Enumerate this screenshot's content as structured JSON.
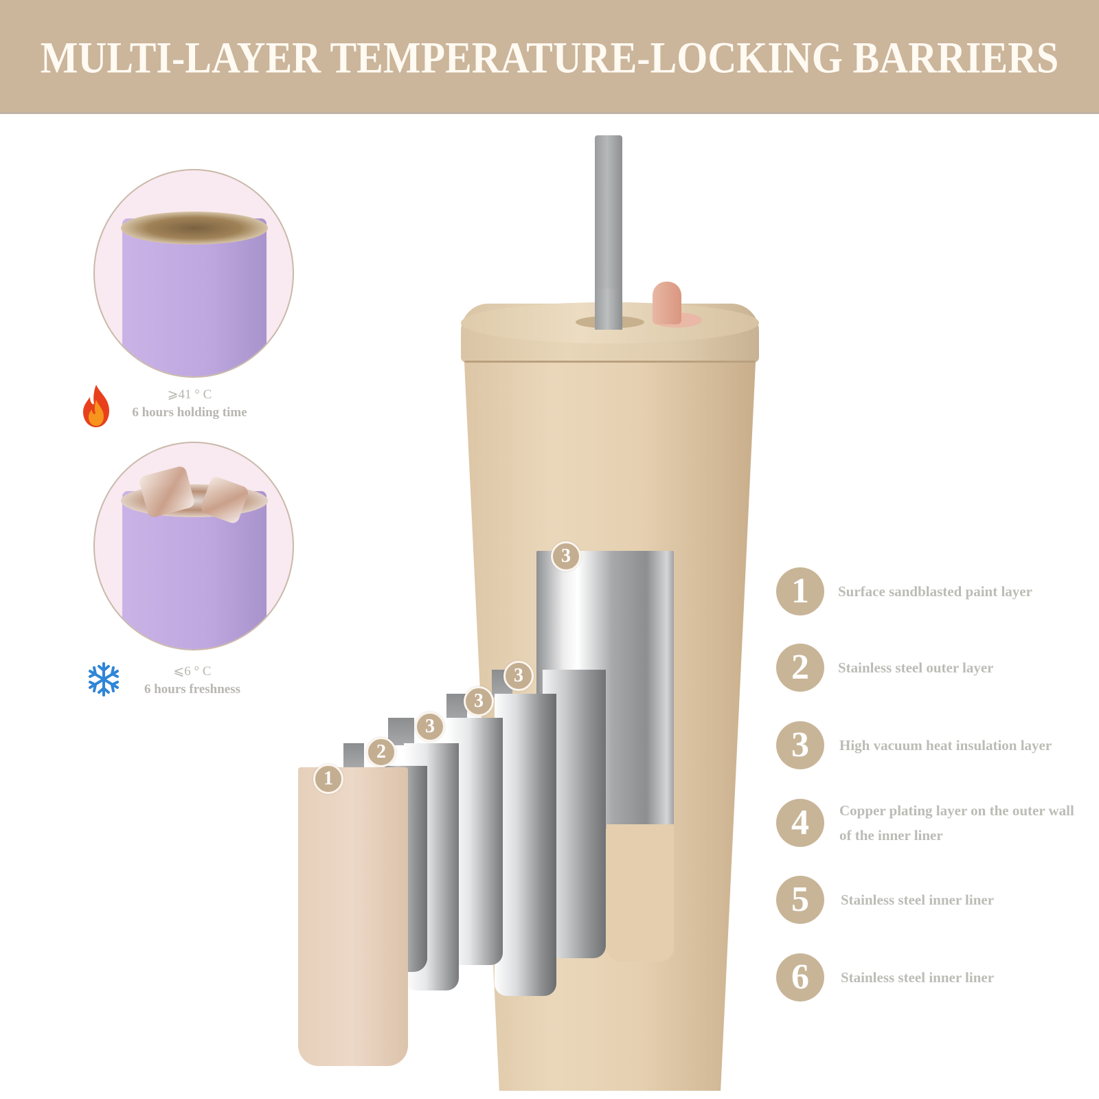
{
  "header": {
    "title": "MULTI-LAYER TEMPERATURE-LOCKING BARRIERS"
  },
  "hot_panel": {
    "image_alt": "purple cup with hot coffee",
    "icon": "fire-icon",
    "temperature": "⩾41 ° C",
    "duration": "6 hours holding time"
  },
  "cold_panel": {
    "image_alt": "purple cup with ice cubes",
    "icon": "snowflake-icon",
    "temperature": "⩽6 ° C",
    "duration": "6 hours freshness"
  },
  "diagram": {
    "badges": [
      "1",
      "2",
      "3",
      "3",
      "3",
      "3"
    ]
  },
  "legend": {
    "items": [
      {
        "number": "1",
        "label": "Surface sandblasted paint layer"
      },
      {
        "number": "2",
        "label": "Stainless steel outer layer"
      },
      {
        "number": "3",
        "label": "High vacuum heat insulation layer"
      },
      {
        "number": "4",
        "label": "Copper plating layer on the outer wall of the inner liner"
      },
      {
        "number": "5",
        "label": "Stainless steel inner liner"
      },
      {
        "number": "6",
        "label": "Stainless steel inner liner"
      }
    ]
  },
  "colors": {
    "banner": "#cbb59b",
    "banner_text": "#fffaf2",
    "badge": "#c8b597",
    "legend_text": "#bcbcb6",
    "tumbler": "#e5d0b1",
    "cup": "#bea7df"
  }
}
